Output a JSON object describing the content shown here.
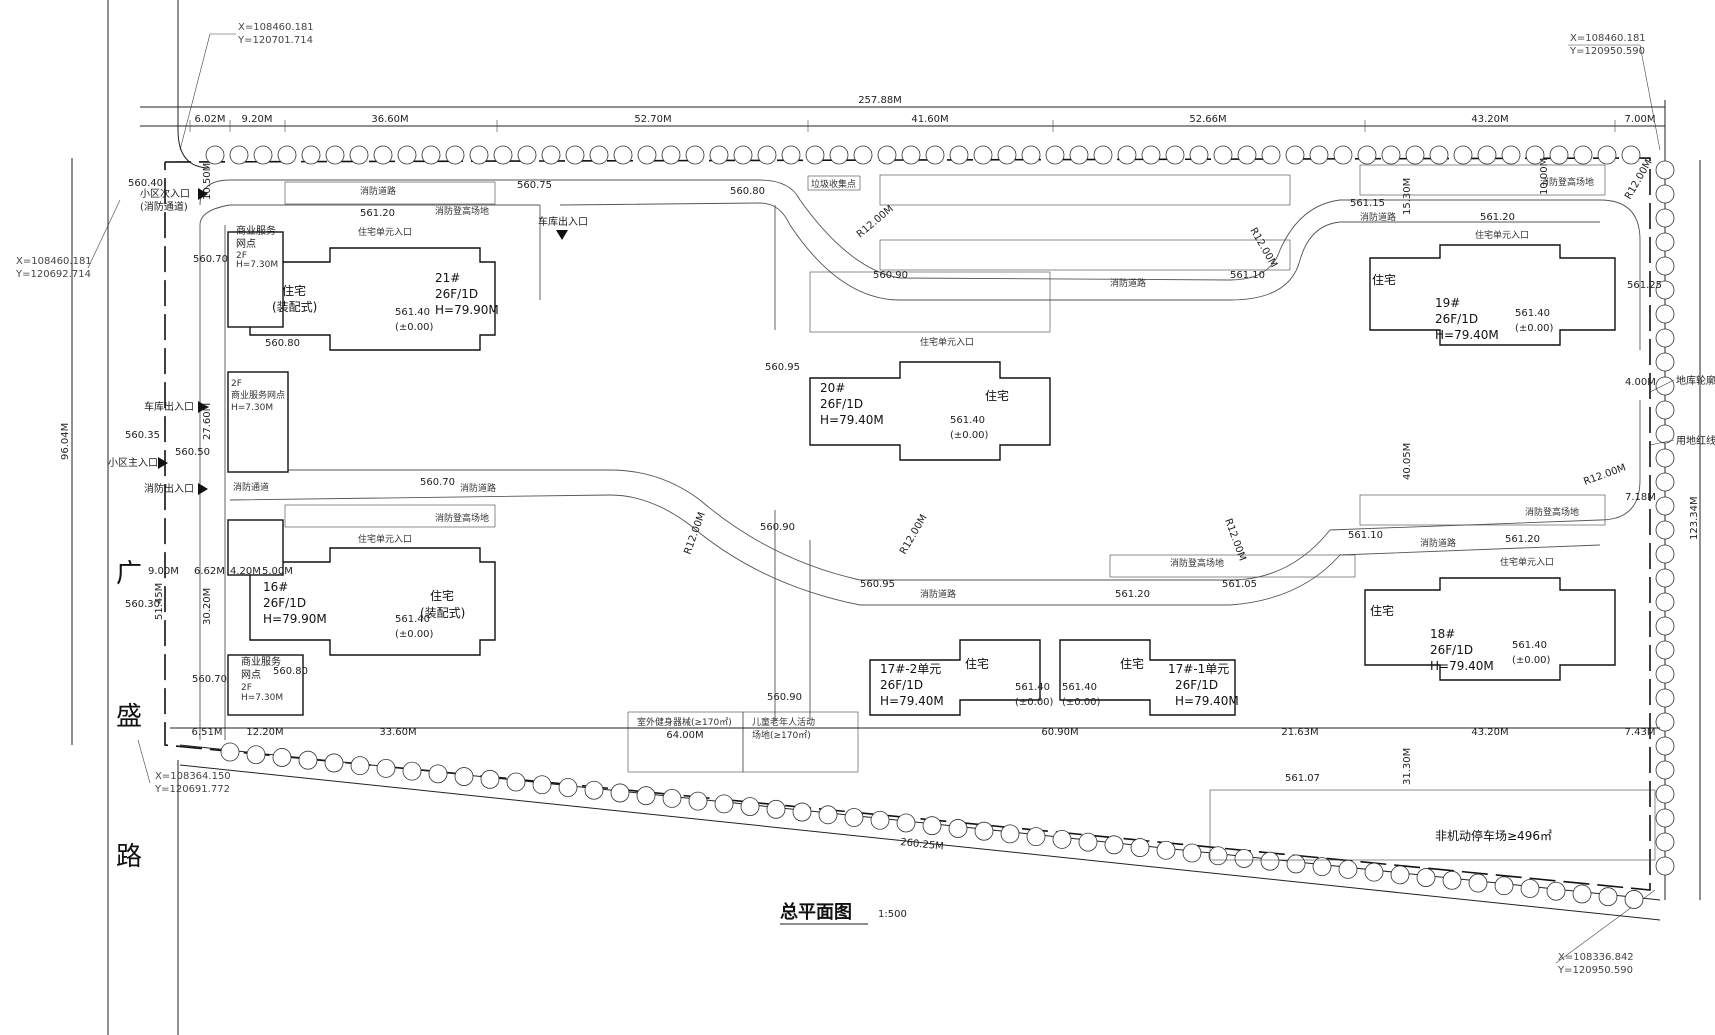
{
  "title": "总平面图",
  "scale": "1:500",
  "road_name": [
    "广",
    "盛",
    "路"
  ],
  "coords": {
    "top_left_a": [
      "X=108460.181",
      "Y=120701.714"
    ],
    "top_right": [
      "X=108460.181",
      "Y=120950.590"
    ],
    "left_mid": [
      "X=108460.181",
      "Y=120692.714"
    ],
    "bottom_left": [
      "X=108364.150",
      "Y=120691.772"
    ],
    "bottom_right": [
      "X=108336.842",
      "Y=120950.590"
    ]
  },
  "dims_top": {
    "total": "257.88M",
    "segments": [
      "6.02M",
      "9.20M",
      "36.60M",
      "52.70M",
      "41.60M",
      "52.66M",
      "43.20M",
      "7.00M"
    ]
  },
  "dims_bottom": {
    "segments": [
      "6.51M",
      "12.20M",
      "33.60M",
      "64.00M",
      "60.90M",
      "21.63M",
      "43.20M",
      "7.43M"
    ],
    "total": "260.25M"
  },
  "dims_left": [
    "96.04M",
    "51.45M",
    "30.20M",
    "27.60M",
    "10.50M",
    "9.00M",
    "6.62M",
    "4.20M",
    "5.00M"
  ],
  "dims_right": [
    "123.34M",
    "40.05M",
    "31.30M",
    "15.30M",
    "10.00M",
    "7.18M",
    "4.00M"
  ],
  "elevations": [
    "560.40",
    "560.75",
    "560.80",
    "561.20",
    "561.15",
    "561.20",
    "561.25",
    "560.90",
    "561.10",
    "560.70",
    "560.80",
    "560.35",
    "560.50",
    "560.70",
    "560.95",
    "560.90",
    "561.10",
    "561.20",
    "561.05",
    "560.95",
    "560.30",
    "560.70",
    "560.80",
    "560.90",
    "561.07",
    "561.20"
  ],
  "entrances": {
    "secondary": [
      "小区次入口",
      "(消防通道)"
    ],
    "garage_exit": "车库出入口",
    "main": "小区主入口",
    "fire": "消防出入口",
    "garage_top": "车库出入口"
  },
  "buildings": [
    {
      "id": "21#",
      "spec": "26F/1D",
      "height": "H=79.90M",
      "type": "住宅",
      "note": "(装配式)",
      "elev": "561.40",
      "zero": "(±0.00)"
    },
    {
      "id": "20#",
      "spec": "26F/1D",
      "height": "H=79.40M",
      "type": "住宅",
      "note": "",
      "elev": "561.40",
      "zero": "(±0.00)"
    },
    {
      "id": "19#",
      "spec": "26F/1D",
      "height": "H=79.40M",
      "type": "住宅",
      "note": "",
      "elev": "561.40",
      "zero": "(±0.00)"
    },
    {
      "id": "16#",
      "spec": "26F/1D",
      "height": "H=79.90M",
      "type": "住宅",
      "note": "(装配式)",
      "elev": "561.40",
      "zero": "(±0.00)"
    },
    {
      "id": "17#-2单元",
      "spec": "26F/1D",
      "height": "H=79.40M",
      "type": "住宅",
      "note": "",
      "elev": "561.40",
      "zero": "(±0.00)"
    },
    {
      "id": "17#-1单元",
      "spec": "26F/1D",
      "height": "H=79.40M",
      "type": "住宅",
      "note": "",
      "elev": "561.40",
      "zero": "(±0.00)"
    },
    {
      "id": "18#",
      "spec": "26F/1D",
      "height": "H=79.40M",
      "type": "住宅",
      "note": "",
      "elev": "561.40",
      "zero": "(±0.00)"
    }
  ],
  "commercial": [
    {
      "name": "商业服务",
      "name2": "网点",
      "spec": "2F",
      "height": "H=7.30M"
    },
    {
      "name": "商业服务网点",
      "name2": "",
      "spec": "2F",
      "height": "H=7.30M"
    },
    {
      "name": "商业服务",
      "name2": "网点",
      "spec": "2F",
      "height": "H=7.30M"
    }
  ],
  "areas": {
    "garbage": "垃圾收集点",
    "fitness": "室外健身器械(≥170㎡)",
    "kids": "儿童老年人活动",
    "kids2": "场地(≥170㎡)",
    "bike": "非机动停车场≥496㎡",
    "fire_road": "消防道路",
    "fire_platform": "消防登高场地",
    "fire_passage": "消防通道",
    "unit_entry": "住宅单元入口"
  },
  "legend_right": [
    "地库轮廓线",
    "用地红线"
  ],
  "radii": [
    "R12.00M",
    "R12.00M",
    "R12.00M",
    "R12.00M",
    "R12.00M",
    "R12.00M",
    "R12.00M"
  ]
}
